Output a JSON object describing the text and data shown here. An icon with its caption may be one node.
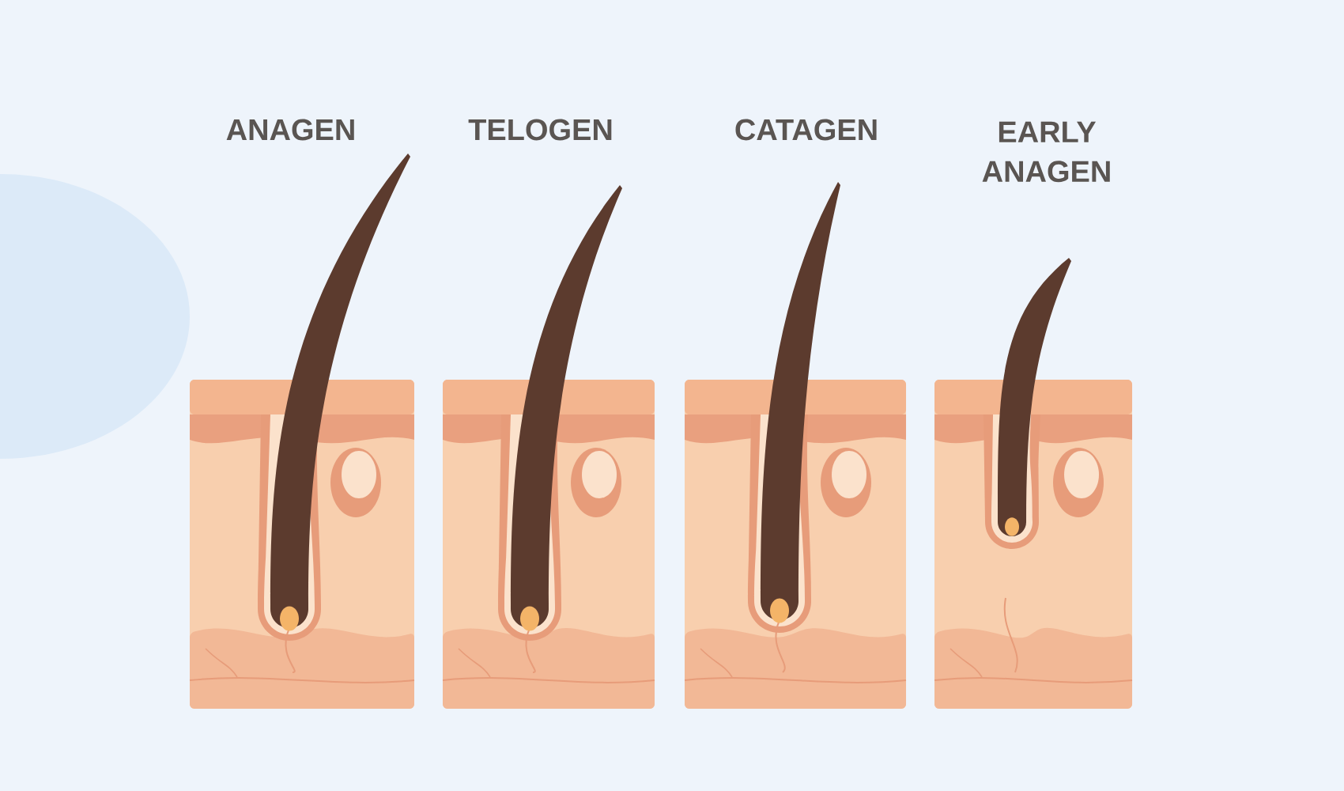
{
  "diagram": {
    "labels": [
      "ANAGEN",
      "TELOGEN",
      "CATAGEN",
      "EARLY ANAGEN"
    ]
  }
}
